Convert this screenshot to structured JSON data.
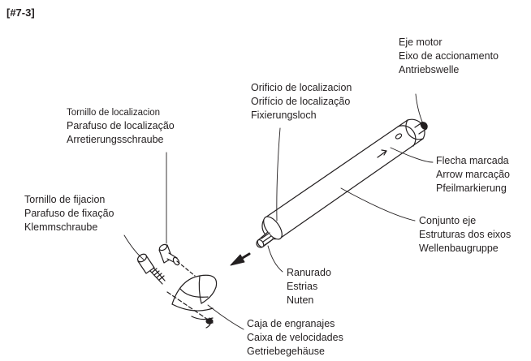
{
  "figure": {
    "id": "[#7-3]"
  },
  "callouts": {
    "drive_shaft": [
      "Eje motor",
      "Eixo de accionamento",
      "Antriebswelle"
    ],
    "locating_hole": [
      "Orificio de localizacion",
      "Orifício de localização",
      "Fixierungsloch"
    ],
    "locating_screw": [
      "Tornillo de localizacion",
      "Parafuso de localização",
      "Arretierungsschraube"
    ],
    "arrow_mark": [
      "Flecha marcada",
      "Arrow marcação",
      "Pfeilmarkierung"
    ],
    "set_screw": [
      "Tornillo de fijacion",
      "Parafuso de fixação",
      "Klemmschraube"
    ],
    "shaft_assembly": [
      "Conjunto eje",
      "Estruturas dos eixos",
      "Wellenbaugruppe"
    ],
    "splines": [
      "Ranurado",
      "Estrias",
      "Nuten"
    ],
    "gear_case": [
      "Caja de engranajes",
      "Caixa de velocidades",
      "Getriebegehäuse"
    ]
  }
}
